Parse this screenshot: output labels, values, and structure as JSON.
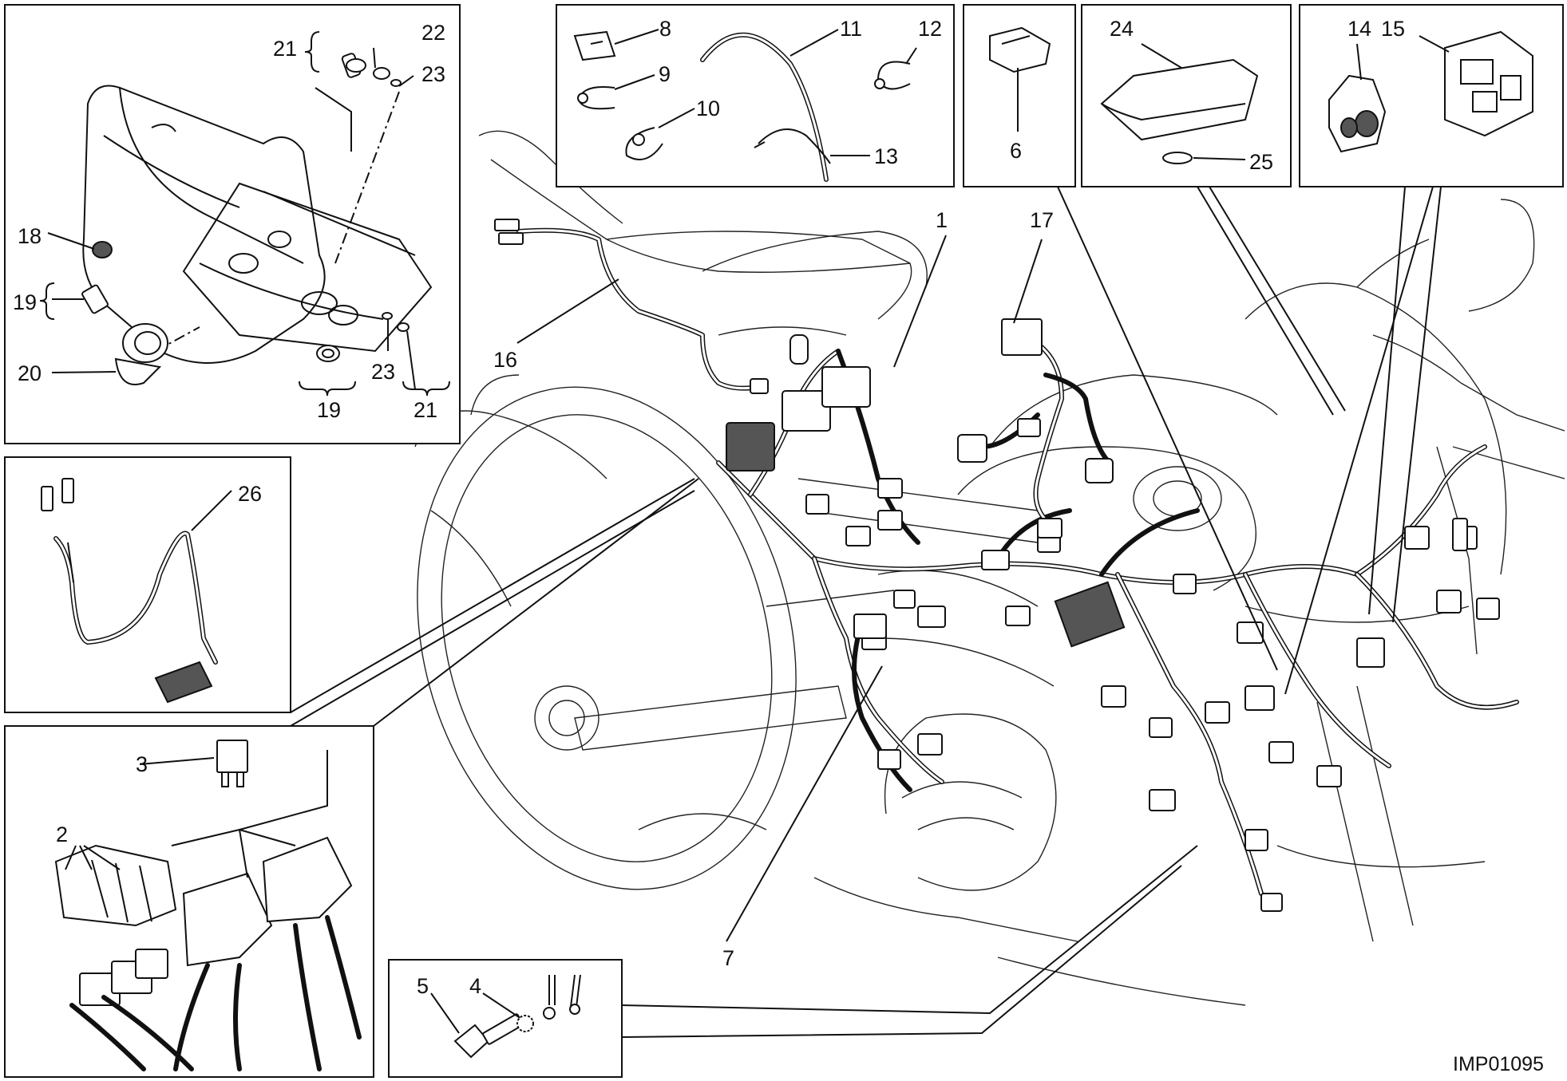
{
  "diagram_code": "IMP01095",
  "callouts": [
    "1",
    "2",
    "3",
    "4",
    "5",
    "6",
    "7",
    "8",
    "9",
    "10",
    "11",
    "12",
    "13",
    "14",
    "15",
    "16",
    "17",
    "18",
    "19",
    "19",
    "20",
    "21",
    "21",
    "22",
    "23",
    "23",
    "24",
    "25",
    "26"
  ]
}
